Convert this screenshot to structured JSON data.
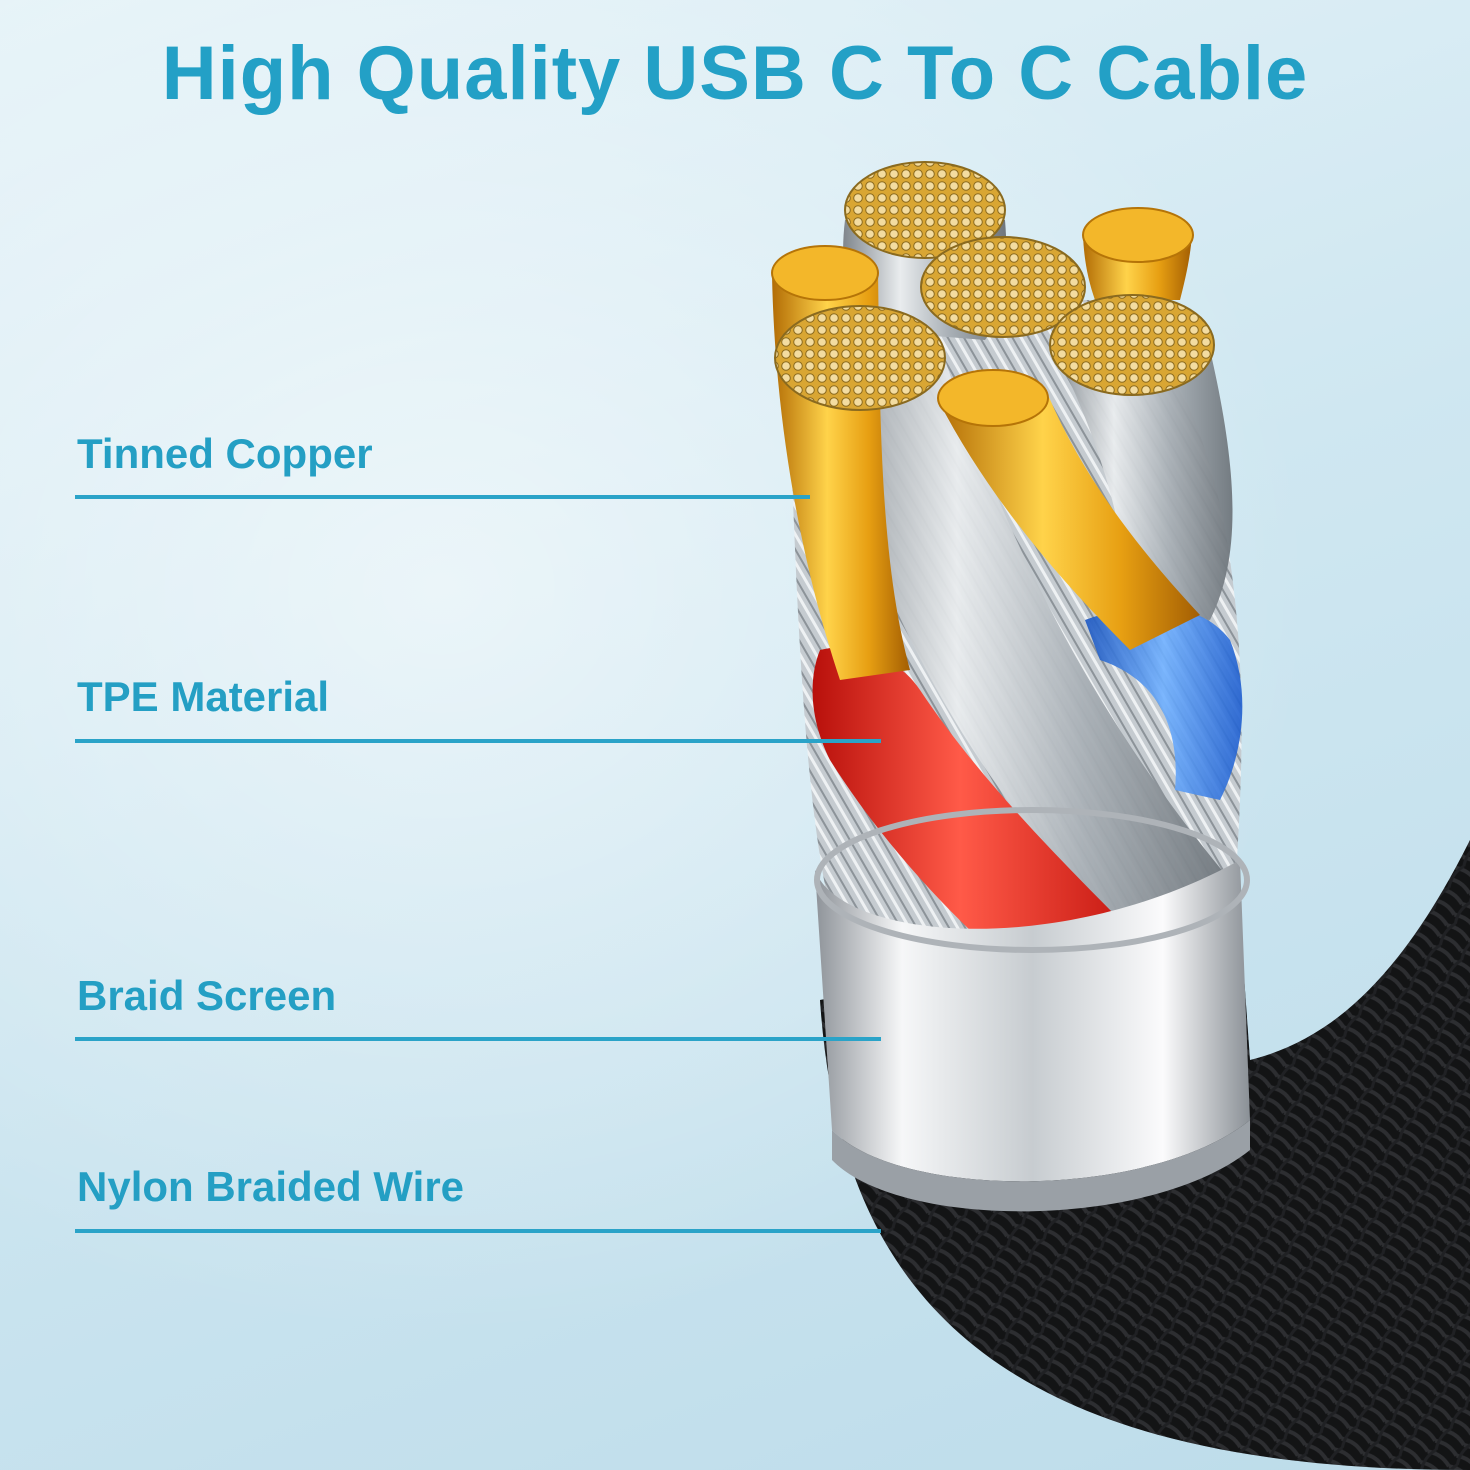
{
  "title": "High Quality USB C To C Cable",
  "labels": [
    {
      "text": "Tinned Copper"
    },
    {
      "text": "TPE Material"
    },
    {
      "text": "Braid Screen"
    },
    {
      "text": "Nylon Braided Wire"
    }
  ],
  "colors": {
    "accent": "#23a0c6",
    "copper": "#e6a51d",
    "tpe_red": "#e5241c",
    "tpe_blue": "#2a77e0",
    "braid": "#1d1e20",
    "sheath": "#d9dcdf"
  },
  "icons": {
    "illustration": "usb-cable-cross-section-icon"
  }
}
